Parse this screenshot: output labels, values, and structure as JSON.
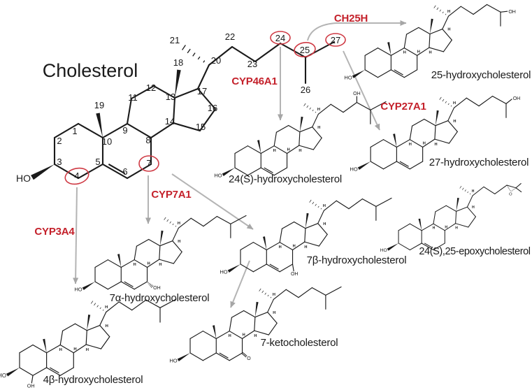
{
  "title": "Cholesterol",
  "colors": {
    "enzyme_red": "#c4212b",
    "circle_red": "#cf3a44",
    "arrow_gray": "#b4b4b4",
    "arrowhead_gray": "#a6a6a6",
    "bond_black": "#1a1a1a",
    "background": "#ffffff"
  },
  "atom_labels": {
    "hydroxyl_left": "HO",
    "hydroxyl_right": "OH",
    "oxygen": "O",
    "hydrogen": "H"
  },
  "main_structure": {
    "name": "cholesterol",
    "carbon_numbers": [
      "1",
      "2",
      "3",
      "4",
      "5",
      "6",
      "7",
      "8",
      "9",
      "10",
      "11",
      "12",
      "13",
      "14",
      "15",
      "16",
      "17",
      "18",
      "19",
      "20",
      "21",
      "22",
      "23",
      "24",
      "25",
      "26",
      "27"
    ],
    "circled_positions": [
      "4",
      "7",
      "24",
      "25",
      "27"
    ]
  },
  "enzymes": [
    {
      "id": "ch25h",
      "label": "CH25H"
    },
    {
      "id": "cyp46a1",
      "label": "CYP46A1"
    },
    {
      "id": "cyp27a1",
      "label": "CYP27A1"
    },
    {
      "id": "cyp7a1",
      "label": "CYP7A1"
    },
    {
      "id": "cyp3a4",
      "label": "CYP3A4"
    }
  ],
  "products": [
    {
      "id": "p25",
      "label": "25-hydroxycholesterol"
    },
    {
      "id": "p24s",
      "label": "24(S)-hydroxycholesterol"
    },
    {
      "id": "p27",
      "label": "27-hydroxycholesterol"
    },
    {
      "id": "pepoxy",
      "label": "24(S),25-epoxycholesterol"
    },
    {
      "id": "p7b",
      "label": "7β-hydroxycholesterol"
    },
    {
      "id": "p7a",
      "label": "7α-hydroxycholesterol"
    },
    {
      "id": "p7k",
      "label": "7-ketocholesterol"
    },
    {
      "id": "p4b",
      "label": "4β-hydroxycholesterol"
    }
  ]
}
